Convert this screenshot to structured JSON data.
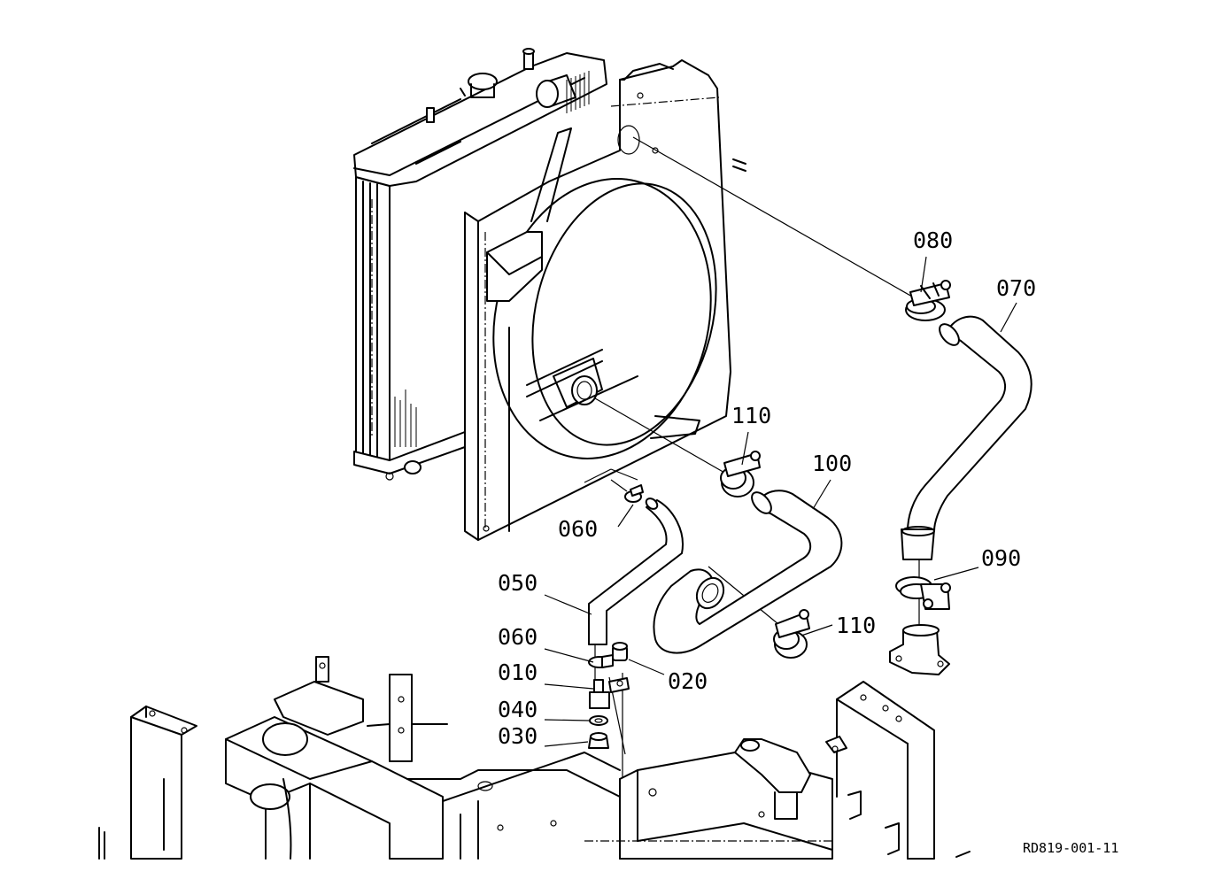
{
  "parts": [
    {
      "id": "p010",
      "label": "010"
    },
    {
      "id": "p020",
      "label": "020"
    },
    {
      "id": "p030",
      "label": "030"
    },
    {
      "id": "p040",
      "label": "040"
    },
    {
      "id": "p050",
      "label": "050"
    },
    {
      "id": "p060a",
      "label": "060"
    },
    {
      "id": "p060b",
      "label": "060"
    },
    {
      "id": "p070",
      "label": "070"
    },
    {
      "id": "p080",
      "label": "080"
    },
    {
      "id": "p090",
      "label": "090"
    },
    {
      "id": "p100",
      "label": "100"
    },
    {
      "id": "p110a",
      "label": "110"
    },
    {
      "id": "p110b",
      "label": "110"
    }
  ],
  "reference_code": "RD819-001-11"
}
